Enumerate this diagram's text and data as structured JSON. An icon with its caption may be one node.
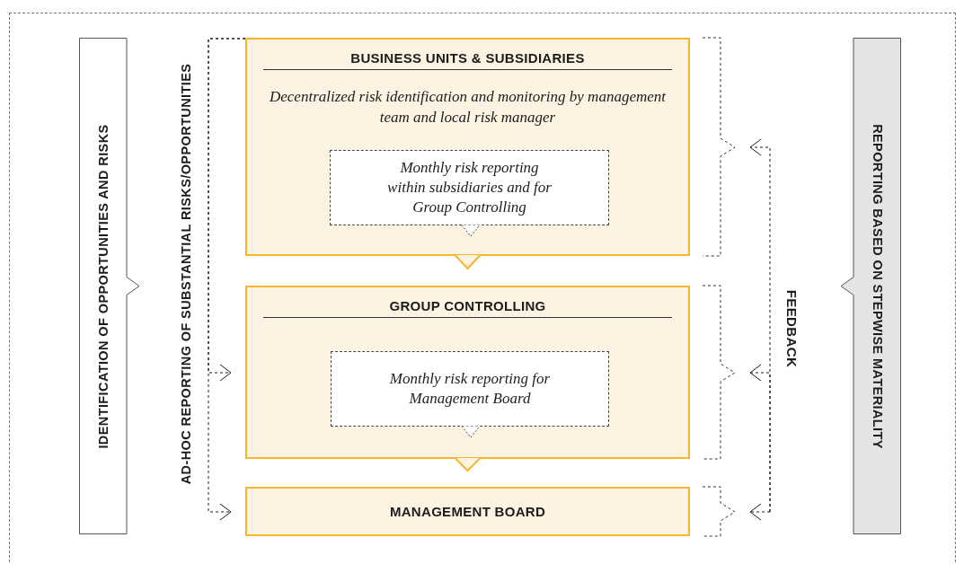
{
  "diagram": {
    "nodes": [
      {
        "text": [
          "IDENTIFICATION OF OPPORTUNITIES AND RISKS"
        ]
      },
      {
        "text": [
          "BUSINESS UNITS & SUBSIDIARIES",
          "Decentralized risk identification and monitoring by management team and local risk manager"
        ]
      },
      {
        "text": [
          "Monthly risk reporting within subsidiaries and for Group Controlling"
        ],
        "in": 1
      },
      {
        "text": [
          "GROUP CONTROLLING"
        ]
      },
      {
        "text": [
          "Monthly risk reporting for Management Board"
        ],
        "in": 3
      },
      {
        "text": [
          "MANAGEMENT BOARD"
        ]
      },
      {
        "text": [
          "REPORTING BASED ON STEPWISE MATERIALITY"
        ]
      }
    ],
    "edges": [
      {
        "from": 1,
        "to": 3,
        "arrow": "to",
        "color": "#f7b52c"
      },
      {
        "from": 3,
        "to": 5,
        "arrow": "to",
        "color": "#f7b52c"
      },
      {
        "from": 1,
        "to": 3,
        "arrow": "to",
        "style": "dashed"
      },
      {
        "from": 1,
        "to": 5,
        "arrow": "to",
        "style": "dashed"
      },
      {
        "from": null,
        "to": 1,
        "arrow": "to",
        "style": "dashed"
      },
      {
        "from": null,
        "to": 3,
        "arrow": "to",
        "style": "dashed"
      },
      {
        "from": null,
        "to": 5,
        "arrow": "to",
        "style": "dashed"
      }
    ],
    "labels": [
      "AD-HOC REPORTING OF SUBSTANTIAL RISKS/OPPORTUNITIES",
      "FEEDBACK"
    ]
  }
}
